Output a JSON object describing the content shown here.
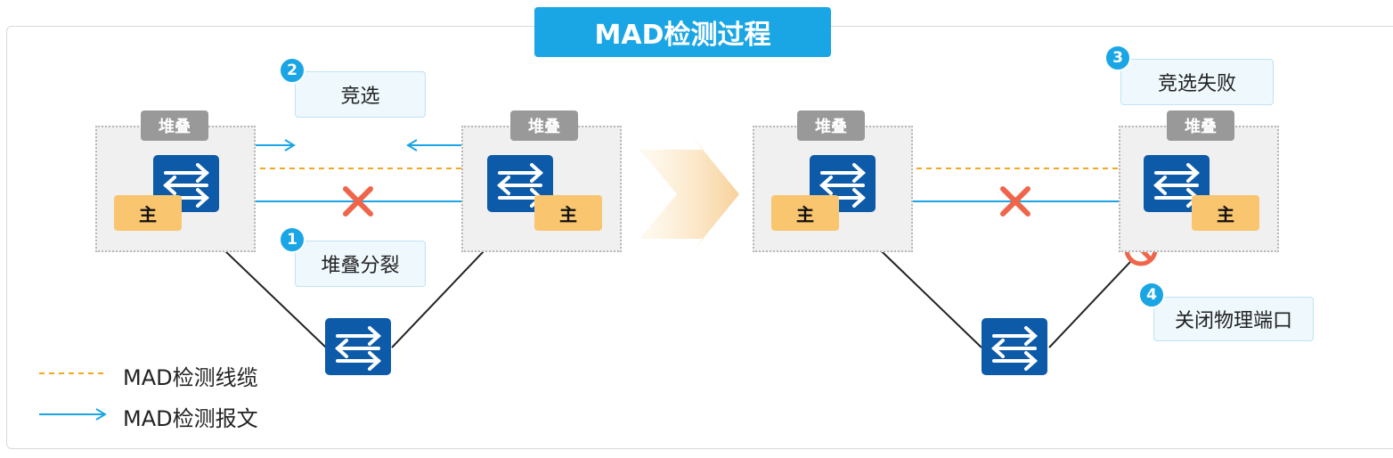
{
  "title": "MAD检测过程",
  "left": {
    "stack_label_a": "堆叠",
    "stack_label_b": "堆叠",
    "master_a": "主",
    "master_b": "主",
    "step2_num": "2",
    "step2_text": "竞选",
    "step1_num": "1",
    "step1_text": "堆叠分裂"
  },
  "right": {
    "stack_label_a": "堆叠",
    "stack_label_b": "堆叠",
    "master_a": "主",
    "master_b": "主",
    "step3_num": "3",
    "step3_text": "竞选失败",
    "step4_num": "4",
    "step4_text": "关闭物理端口"
  },
  "legend": {
    "cable_label": "MAD检测线缆",
    "packet_label": "MAD检测报文"
  },
  "colors": {
    "accent": "#1aa6e4",
    "switch": "#0c5aa8",
    "master": "#f9c56e",
    "mad_cable": "#f5a623",
    "cross": "#f0654a"
  },
  "icons": {
    "switch": "switch-icon",
    "cross": "cross-icon",
    "blocked": "prohibited-icon",
    "flow": "chevron-arrow-icon"
  }
}
